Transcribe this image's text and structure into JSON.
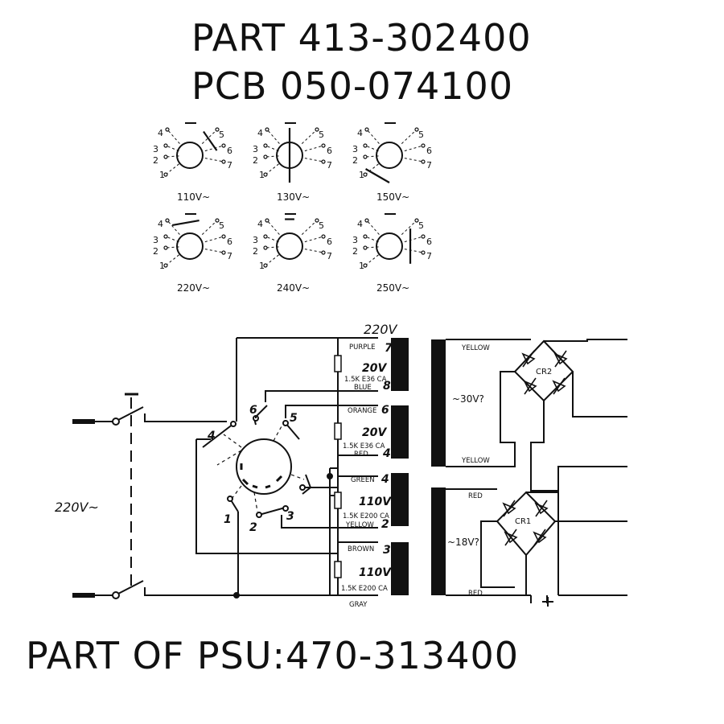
{
  "header": {
    "part": "PART 413-302400",
    "pcb": "PCB 050-074100"
  },
  "footer": {
    "psu": "PART OF PSU:470-313400"
  },
  "selector_settings": [
    "110V~",
    "130V~",
    "150V~",
    "220V~",
    "240V~",
    "250V~"
  ],
  "selector_pins": [
    "1",
    "2",
    "3",
    "4",
    "5",
    "6",
    "7"
  ],
  "schematic": {
    "mains_label": "220V~",
    "top_tap": "220V",
    "coil_voltages": [
      "20V",
      "20V",
      "110V",
      "110V"
    ],
    "wires": [
      "PURPLE",
      "BLUE",
      "ORANGE",
      "RED",
      "GREEN",
      "YELLOW",
      "BROWN",
      "GRAY"
    ],
    "tap_numbers": [
      "7",
      "8",
      "6",
      "4",
      "4",
      "2",
      "3"
    ],
    "resistors": [
      "1.5K E36 CA",
      "1.5K E36 CA",
      "1.5K E200 CA",
      "1.5K E200 CA"
    ],
    "switch_pins": [
      "1",
      "2",
      "3",
      "4",
      "5",
      "6"
    ],
    "secondary_wires": [
      "YELLOW",
      "YELLOW",
      "RED",
      "RED"
    ],
    "secondary_voltages": [
      "~30V?",
      "~18V?"
    ],
    "rectifiers": [
      "CR2",
      "CR1"
    ]
  }
}
